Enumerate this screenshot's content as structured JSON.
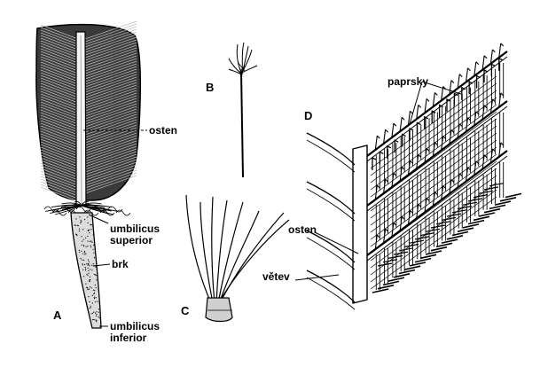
{
  "figure": {
    "panels": {
      "a": "A",
      "b": "B",
      "c": "C",
      "d": "D"
    },
    "labels": {
      "osten_a": "osten",
      "umbilicus_superior_1": "umbilicus",
      "umbilicus_superior_2": "superior",
      "brk": "brk",
      "umbilicus_inferior_1": "umbilicus",
      "umbilicus_inferior_2": "inferior",
      "paprsky": "paprsky",
      "osten_d": "osten",
      "vetev": "větev"
    }
  }
}
